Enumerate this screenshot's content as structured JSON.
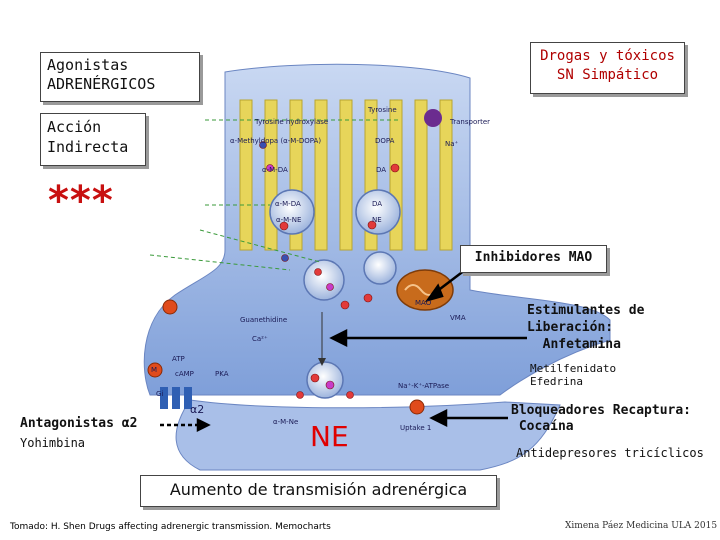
{
  "labels": {
    "agonistas": "Agonistas\nADRENÉRGICOS",
    "drogas": "Drogas y tóxicos\nSN Simpático",
    "accion": "Acción\nIndirecta",
    "stars": "***",
    "imao": "Inhibidores MAO",
    "estimulantes": "Estimulantes de\nLiberación:\n  Anfetamina",
    "metilfenidato": "Metilfenidato\nEfedrina",
    "antagonistas": "Antagonistas α2",
    "yohimbina": "Yohimbina",
    "ne": "NE",
    "bloqueadores": "Bloqueadores Recaptura:\n Cocaína",
    "antidepresores": "Antidepresores tricíclicos",
    "aumento": "Aumento de transmisión adrenérgica",
    "tomado": "Tomado: H. Shen Drugs affecting adrenergic transmission. Memocharts",
    "ximena": "Ximena Páez Medicina ULA 2015"
  },
  "figure": {
    "tyrosine": "Tyrosine",
    "tyrosine_hydroxylase": "Tyrosine hydroxylase",
    "transporter": "Transporter",
    "methyldopa": "α-Methyldopa (α-M-DOPA)",
    "dopa": "DOPA",
    "na": "Na⁺",
    "amda": "α-M-DA",
    "da": "DA",
    "amda2": "α-M-DA",
    "da2": "DA",
    "amne": "α-M-NE",
    "ne_small": "NE",
    "mao": "MAO",
    "guanethidine": "Guanethidine",
    "vma": "VMA",
    "ca": "Ca²⁺",
    "atp": "ATP",
    "camp": "cAMP",
    "pka": "PKA",
    "m": "M",
    "gi": "Gi",
    "a2": "α2",
    "atpase": "Na⁺-K⁺-ATPase",
    "amne2": "α-M-Ne",
    "uptake": "Uptake 1"
  },
  "colors": {
    "neuron": "#7a9ad8",
    "drogas_text": "#b00000",
    "ne_text": "#e00000",
    "stars": "#c81010"
  }
}
